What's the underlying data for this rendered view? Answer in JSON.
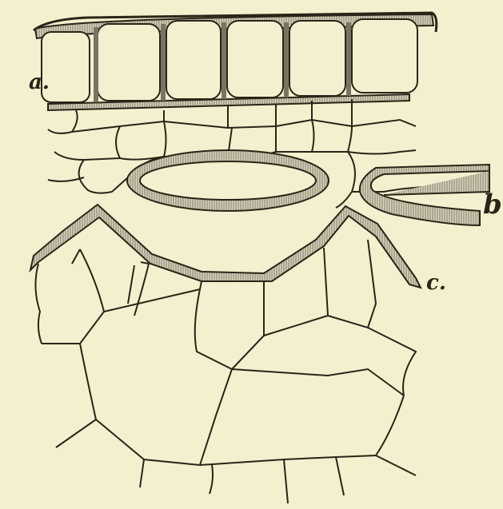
{
  "labels": {
    "a": "a.",
    "b": "b.",
    "c": "c."
  },
  "colors": {
    "background": "#f4f0cf",
    "ink": "#2a2418",
    "wall_fill": "#cdc8b2"
  }
}
